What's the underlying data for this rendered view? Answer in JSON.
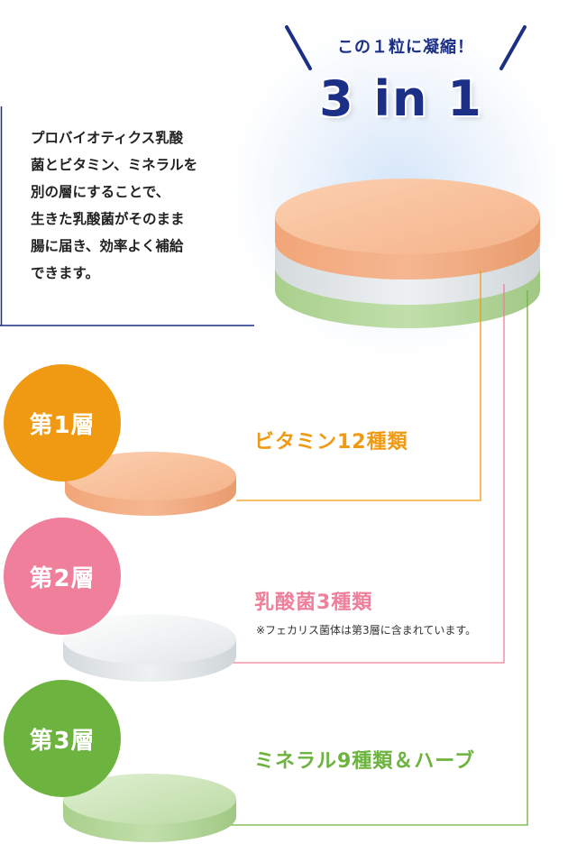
{
  "tagline": "この１粒に凝縮！",
  "headline": "3 in 1",
  "description": "プロバイオティクス乳酸\n菌とビタミン、ミネラルを\n別の層にすることで、\n生きた乳酸菌がそのまま\n腸に届き、効率よく補給\nできます。",
  "colors": {
    "navy": "#1c2f86",
    "orange": "#ef9a12",
    "pink": "#ef7f9a",
    "green": "#6db33f",
    "tablet_orange": "#f6b48a",
    "tablet_white": "#e4e8ea",
    "tablet_green": "#b8d8a0"
  },
  "layers": [
    {
      "badge": "第1層",
      "title": "ビタミン12種類",
      "note": ""
    },
    {
      "badge": "第2層",
      "title": "乳酸菌3種類",
      "note": "※フェカリス菌体は第3層に含まれています。"
    },
    {
      "badge": "第3層",
      "title": "ミネラル9種類＆ハーブ",
      "note": ""
    }
  ]
}
